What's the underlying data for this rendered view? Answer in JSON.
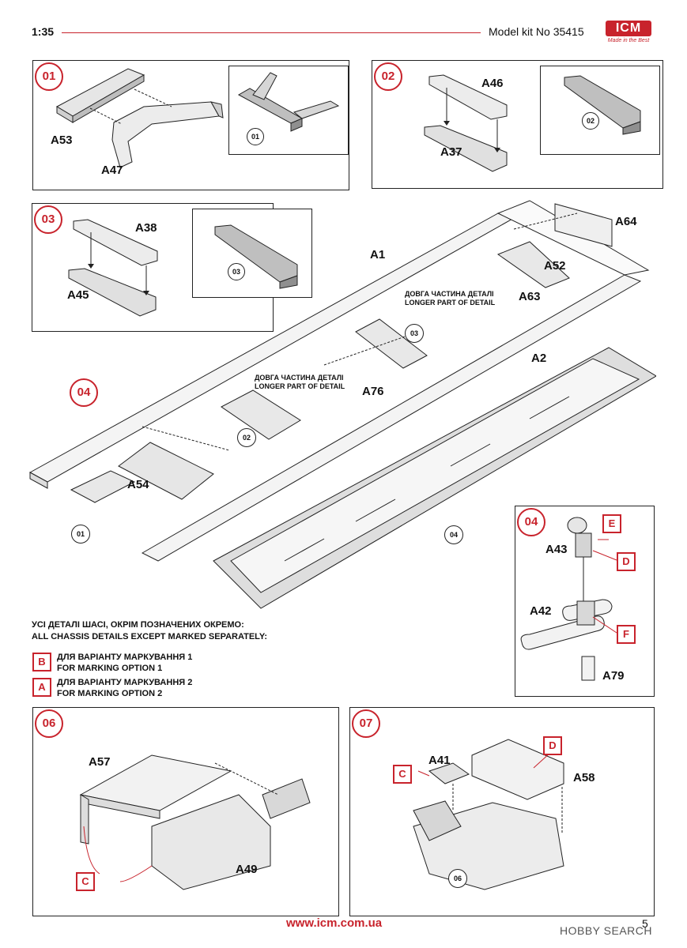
{
  "header": {
    "scale": "1:35",
    "kit": "Model kit No 35415",
    "logo": "ICM",
    "logo_tagline": "Made in the Best"
  },
  "steps": {
    "s01": {
      "num": "01",
      "parts": [
        "A53",
        "A47"
      ],
      "inset_ref": "01"
    },
    "s02": {
      "num": "02",
      "parts": [
        "A46",
        "A37"
      ],
      "inset_ref": "02"
    },
    "s03": {
      "num": "03",
      "parts": [
        "A38",
        "A45"
      ],
      "inset_ref": "03"
    },
    "s04": {
      "num": "04",
      "parts": [
        "A64",
        "A1",
        "A52",
        "A63",
        "A2",
        "A76",
        "A54"
      ],
      "refs": [
        "03",
        "02",
        "01",
        "04"
      ],
      "note_longer_ua": "ДОВГА ЧАСТИНА ДЕТАЛІ",
      "note_longer_en": "LONGER PART OF DETAIL"
    },
    "s04b": {
      "num": "04",
      "parts": [
        "A43",
        "A42",
        "A79"
      ],
      "color_codes": [
        "E",
        "D",
        "F"
      ]
    },
    "s06": {
      "num": "06",
      "parts": [
        "A57",
        "A49"
      ],
      "color_code": "C"
    },
    "s07": {
      "num": "07",
      "parts": [
        "A41",
        "A58"
      ],
      "color_codes": [
        "C",
        "D"
      ],
      "ref": "06"
    }
  },
  "legend": {
    "title_ua": "УСІ ДЕТАЛІ ШАСІ, ОКРІМ ПОЗНАЧЕНИХ ОКРЕМО:",
    "title_en": "ALL CHASSIS DETAILS EXCEPT MARKED SEPARATELY:",
    "items": [
      {
        "code": "B",
        "ua": "ДЛЯ ВАРІАНТУ МАРКУВАННЯ 1",
        "en": "FOR MARKING OPTION 1"
      },
      {
        "code": "A",
        "ua": "ДЛЯ ВАРІАНТУ МАРКУВАННЯ 2",
        "en": "FOR MARKING OPTION 2"
      }
    ]
  },
  "footer": {
    "url": "www.icm.com.ua",
    "page": "5",
    "watermark": "HOBBY SEARCH"
  },
  "colors": {
    "accent": "#c8232c",
    "line": "#222222",
    "part_fill": "#d9d9d9"
  }
}
